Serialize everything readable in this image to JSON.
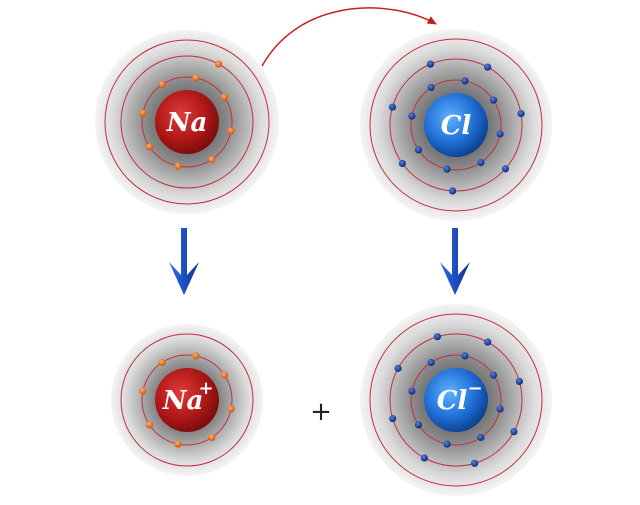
{
  "atoms": [
    {
      "id": "na-atom",
      "symbol": "Na",
      "charge": "",
      "nucleus_color": "#b01818",
      "electron_color": "#e06a1a",
      "shells": [
        2,
        8,
        1
      ]
    },
    {
      "id": "cl-atom",
      "symbol": "Cl",
      "charge": "",
      "nucleus_color": "#1f6fd6",
      "electron_color": "#1a3f9e",
      "shells": [
        2,
        8,
        7
      ]
    },
    {
      "id": "na-ion",
      "symbol": "Na",
      "charge": "+",
      "nucleus_color": "#b01818",
      "electron_color": "#e06a1a",
      "shells": [
        2,
        8
      ]
    },
    {
      "id": "cl-ion",
      "symbol": "Cl",
      "charge": "−",
      "nucleus_color": "#1f6fd6",
      "electron_color": "#1a3f9e",
      "shells": [
        2,
        8,
        8
      ]
    }
  ],
  "operator": "+",
  "colors": {
    "orbit": "#c0303a",
    "arrow": "#1e4fbf",
    "transfer_arrow": "#c42020"
  }
}
